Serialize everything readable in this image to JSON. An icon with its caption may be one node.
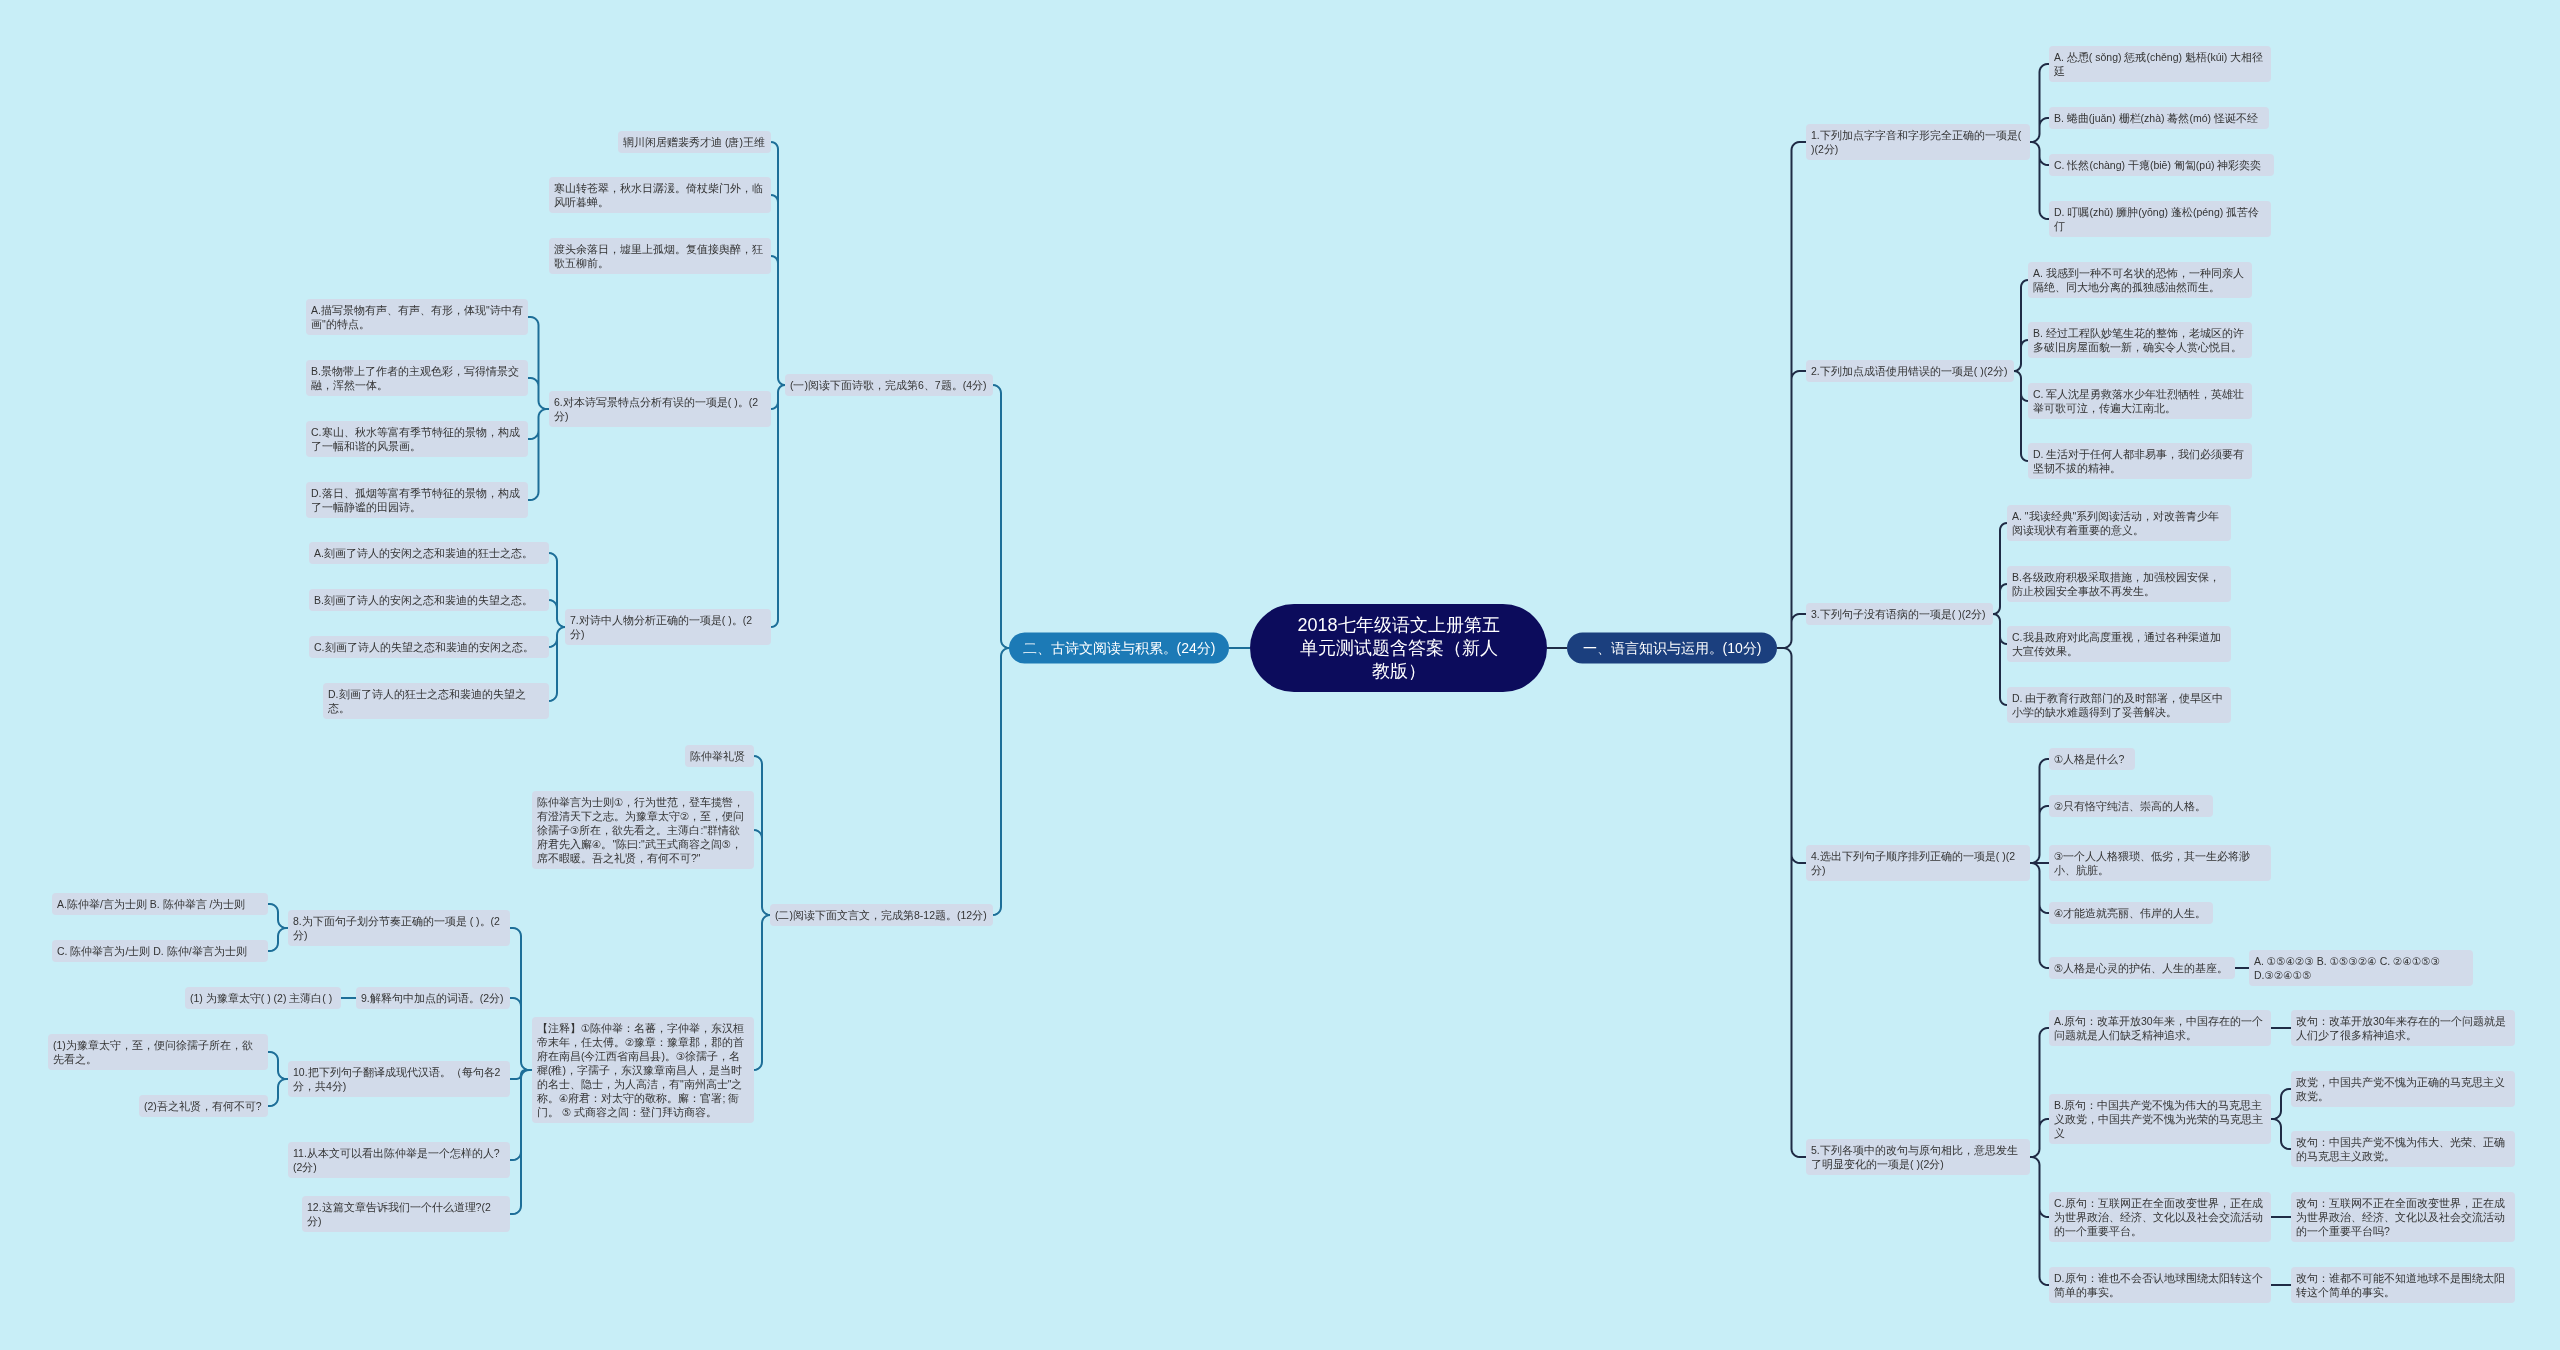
{
  "diagram": {
    "nodes": [
      {
        "text": [
          "2018七年级语文上册第五单元测试题含答案（新人教版）"
        ]
      },
      {
        "text": [
          "一、语言知识与运用。(10分)"
        ]
      },
      {
        "text": [
          "1.下列加点字字音和字形完全正确的一项是( )(2分)"
        ]
      },
      {
        "text": [
          "A. 怂恿( sǒng) 惩戒(chěng) 魁梧(kúi) 大相径廷"
        ]
      },
      {
        "text": [
          "B. 蜷曲(juǎn) 栅栏(zhà) 蓦然(mó) 怪诞不经"
        ]
      },
      {
        "text": [
          "C. 怅然(chàng) 干瘪(biē) 匍匐(pú) 神彩奕奕"
        ]
      },
      {
        "text": [
          "D. 叮嘱(zhǔ) 臃肿(yōng) 蓬松(péng) 孤苦伶仃"
        ]
      },
      {
        "text": [
          "2.下列加点成语使用错误的一项是( )(2分)"
        ]
      },
      {
        "text": [
          "A. 我感到一种不可名状的恐怖，一种同亲人隔绝、同大地分离的孤独感油然而生。"
        ]
      },
      {
        "text": [
          "B. 经过工程队妙笔生花的整饰，老城区的许多破旧房屋面貌一新，确实令人赏心悦目。"
        ]
      },
      {
        "text": [
          "C. 军人沈星勇救落水少年壮烈牺牲，英雄壮举可歌可泣，传遍大江南北。"
        ]
      },
      {
        "text": [
          "D. 生活对于任何人都非易事，我们必须要有坚韧不拔的精神。"
        ]
      },
      {
        "text": [
          "3.下列句子没有语病的一项是( )(2分)"
        ]
      },
      {
        "text": [
          "A. \"我读经典\"系列阅读活动，对改善青少年阅读现状有着重要的意义。"
        ]
      },
      {
        "text": [
          "B.各级政府积极采取措施，加强校园安保，防止校园安全事故不再发生。"
        ]
      },
      {
        "text": [
          "C.我县政府对此高度重视，通过各种渠道加大宣传效果。"
        ]
      },
      {
        "text": [
          "D. 由于教育行政部门的及时部署，使旱区中小学的缺水难题得到了妥善解决。"
        ]
      },
      {
        "text": [
          "4.选出下列句子顺序排列正确的一项是( )(2分)"
        ]
      },
      {
        "text": [
          "①人格是什么?"
        ]
      },
      {
        "text": [
          "②只有恪守纯洁、崇高的人格。"
        ]
      },
      {
        "text": [
          "③一个人人格猥琐、低劣，其一生必将渺小、肮脏。"
        ]
      },
      {
        "text": [
          "④才能造就亮丽、伟岸的人生。"
        ]
      },
      {
        "text": [
          "⑤人格是心灵的护佑、人生的基座。"
        ]
      },
      {
        "text": [
          "A. ①⑤④②③ B. ①⑤③②④ C. ②④①⑤③ D.③②④①⑤"
        ]
      },
      {
        "text": [
          "5.下列各项中的改句与原句相比，意思发生了明显变化的一项是( )(2分)"
        ]
      },
      {
        "text": [
          "A.原句：改革开放30年来，中国存在的一个问题就是人们缺乏精神追求。"
        ]
      },
      {
        "text": [
          "改句：改革开放30年来存在的一个问题就是人们少了很多精神追求。"
        ]
      },
      {
        "text": [
          "B.原句：中国共产党不愧为伟大的马克思主义政党，中国共产党不愧为光荣的马克思主义"
        ]
      },
      {
        "text": [
          "政党，中国共产党不愧为正确的马克思主义政党。"
        ]
      },
      {
        "text": [
          "改句：中国共产党不愧为伟大、光荣、正确的马克思主义政党。"
        ]
      },
      {
        "text": [
          "C.原句：互联网正在全面改变世界，正在成为世界政治、经济、文化以及社会交流活动的一个重要平台。"
        ]
      },
      {
        "text": [
          "改句：互联网不正在全面改变世界，正在成为世界政治、经济、文化以及社会交流活动的一个重要平台吗?"
        ]
      },
      {
        "text": [
          "D.原句：谁也不会否认地球围绕太阳转这个简单的事实。"
        ]
      },
      {
        "text": [
          "改句：谁都不可能不知道地球不是围绕太阳转这个简单的事实。"
        ]
      },
      {
        "text": [
          "二、古诗文阅读与积累。(24分)"
        ]
      },
      {
        "text": [
          "(一)阅读下面诗歌，完成第6、7题。(4分)"
        ]
      },
      {
        "text": [
          "辋川闲居赠裴秀才迪 (唐)王维"
        ]
      },
      {
        "text": [
          "寒山转苍翠，秋水日潺湲。倚杖柴门外，临风听暮蝉。"
        ]
      },
      {
        "text": [
          "渡头余落日，墟里上孤烟。复值接舆醉，狂歌五柳前。"
        ]
      },
      {
        "text": [
          "6.对本诗写景特点分析有误的一项是( )。(2分)"
        ]
      },
      {
        "text": [
          "A.描写景物有声、有声、有形，体现\"诗中有画\"的特点。"
        ]
      },
      {
        "text": [
          "B.景物带上了作者的主观色彩，写得情景交融，浑然一体。"
        ]
      },
      {
        "text": [
          "C.寒山、秋水等富有季节特征的景物，构成了一幅和谐的风景画。"
        ]
      },
      {
        "text": [
          "D.落日、孤烟等富有季节特征的景物，构成了一幅静谧的田园诗。"
        ]
      },
      {
        "text": [
          "7.对诗中人物分析正确的一项是( )。(2分)"
        ]
      },
      {
        "text": [
          "A.刻画了诗人的安闲之态和裴迪的狂士之态。"
        ]
      },
      {
        "text": [
          "B.刻画了诗人的安闲之态和裴迪的失望之态。"
        ]
      },
      {
        "text": [
          "C.刻画了诗人的失望之态和裴迪的安闲之态。"
        ]
      },
      {
        "text": [
          "D.刻画了诗人的狂士之态和裴迪的失望之态。"
        ]
      },
      {
        "text": [
          "(二)阅读下面文言文，完成第8-12题。(12分)"
        ]
      },
      {
        "text": [
          "陈仲举礼贤"
        ]
      },
      {
        "text": [
          "陈仲举言为士则①，行为世范，登车揽辔，有澄清天下之志。为豫章太守②，至，便问徐孺子③所在，欲先看之。主薄白:\"群情欲府君先入廨④。\"陈曰:\"武王式商容之闾⑤，席不暇暖。吾之礼贤，有何不可?\""
        ]
      },
      {
        "text": [
          "【注释】①陈仲举：名蕃，字仲举，东汉桓帝末年，任太傅。②豫章：豫章郡，郡的首府在南昌(今江西省南昌县)。③徐孺子，名穉(稚)，字孺子，东汉豫章南昌人，是当时的名士、隐士，为人高洁，有\"南州高士\"之称。④府君：对太守的敬称。廨：官署; 衙门。 ⑤ 式商容之闾：登门拜访商容。"
        ]
      },
      {
        "text": [
          "8.为下面句子划分节奏正确的一项是 ( )。(2分)"
        ]
      },
      {
        "text": [
          "A.陈仲举/言为士则 B. 陈仲举言 /为士则"
        ]
      },
      {
        "text": [
          "C. 陈仲举言为/士则 D. 陈仲/举言为士则"
        ]
      },
      {
        "text": [
          "9.解释句中加点的词语。(2分)"
        ]
      },
      {
        "text": [
          "(1) 为豫章太守( ) (2) 主薄白( )"
        ]
      },
      {
        "text": [
          "10.把下列句子翻译成现代汉语。（每句各2分，共4分)"
        ]
      },
      {
        "text": [
          "(1)为豫章太守，至，便问徐孺子所在，欲先看之。"
        ]
      },
      {
        "text": [
          "(2)吾之礼贤，有何不可?"
        ]
      },
      {
        "text": [
          "11.从本文可以看出陈仲举是一个怎样的人?(2分)"
        ]
      },
      {
        "text": [
          "12.这篇文章告诉我们一个什么道理?(2分)"
        ]
      }
    ],
    "edges": [
      {
        "from": 0,
        "to": 1,
        "arrow": "none"
      },
      {
        "from": 1,
        "to": 2,
        "arrow": "none"
      },
      {
        "from": 2,
        "to": 3,
        "arrow": "none"
      },
      {
        "from": 2,
        "to": 4,
        "arrow": "none"
      },
      {
        "from": 2,
        "to": 5,
        "arrow": "none"
      },
      {
        "from": 2,
        "to": 6,
        "arrow": "none"
      },
      {
        "from": 1,
        "to": 7,
        "arrow": "none"
      },
      {
        "from": 7,
        "to": 8,
        "arrow": "none"
      },
      {
        "from": 7,
        "to": 9,
        "arrow": "none"
      },
      {
        "from": 7,
        "to": 10,
        "arrow": "none"
      },
      {
        "from": 7,
        "to": 11,
        "arrow": "none"
      },
      {
        "from": 1,
        "to": 12,
        "arrow": "none"
      },
      {
        "from": 12,
        "to": 13,
        "arrow": "none"
      },
      {
        "from": 12,
        "to": 14,
        "arrow": "none"
      },
      {
        "from": 12,
        "to": 15,
        "arrow": "none"
      },
      {
        "from": 12,
        "to": 16,
        "arrow": "none"
      },
      {
        "from": 1,
        "to": 17,
        "arrow": "none"
      },
      {
        "from": 17,
        "to": 18,
        "arrow": "none"
      },
      {
        "from": 17,
        "to": 19,
        "arrow": "none"
      },
      {
        "from": 17,
        "to": 20,
        "arrow": "none"
      },
      {
        "from": 17,
        "to": 21,
        "arrow": "none"
      },
      {
        "from": 17,
        "to": 22,
        "arrow": "none"
      },
      {
        "from": 22,
        "to": 23,
        "arrow": "none"
      },
      {
        "from": 1,
        "to": 24,
        "arrow": "none"
      },
      {
        "from": 24,
        "to": 25,
        "arrow": "none"
      },
      {
        "from": 25,
        "to": 26,
        "arrow": "none"
      },
      {
        "from": 24,
        "to": 27,
        "arrow": "none"
      },
      {
        "from": 27,
        "to": 28,
        "arrow": "none"
      },
      {
        "from": 27,
        "to": 29,
        "arrow": "none"
      },
      {
        "from": 24,
        "to": 30,
        "arrow": "none"
      },
      {
        "from": 30,
        "to": 31,
        "arrow": "none"
      },
      {
        "from": 24,
        "to": 32,
        "arrow": "none"
      },
      {
        "from": 32,
        "to": 33,
        "arrow": "none"
      },
      {
        "from": 0,
        "to": 34,
        "arrow": "none",
        "color": "#1d6e98"
      },
      {
        "from": 34,
        "to": 35,
        "arrow": "none",
        "color": "#1d6e98"
      },
      {
        "from": 35,
        "to": 36,
        "arrow": "none",
        "color": "#1d6e98"
      },
      {
        "from": 35,
        "to": 37,
        "arrow": "none",
        "color": "#1d6e98"
      },
      {
        "from": 35,
        "to": 38,
        "arrow": "none",
        "color": "#1d6e98"
      },
      {
        "from": 35,
        "to": 39,
        "arrow": "none",
        "color": "#1d6e98"
      },
      {
        "from": 39,
        "to": 40,
        "arrow": "none",
        "color": "#1d6e98"
      },
      {
        "from": 39,
        "to": 41,
        "arrow": "none",
        "color": "#1d6e98"
      },
      {
        "from": 39,
        "to": 42,
        "arrow": "none",
        "color": "#1d6e98"
      },
      {
        "from": 39,
        "to": 43,
        "arrow": "none",
        "color": "#1d6e98"
      },
      {
        "from": 35,
        "to": 44,
        "arrow": "none",
        "color": "#1d6e98"
      },
      {
        "from": 44,
        "to": 45,
        "arrow": "none",
        "color": "#1d6e98"
      },
      {
        "from": 44,
        "to": 46,
        "arrow": "none",
        "color": "#1d6e98"
      },
      {
        "from": 44,
        "to": 47,
        "arrow": "none",
        "color": "#1d6e98"
      },
      {
        "from": 44,
        "to": 48,
        "arrow": "none",
        "color": "#1d6e98"
      },
      {
        "from": 34,
        "to": 49,
        "arrow": "none",
        "color": "#1d6e98"
      },
      {
        "from": 49,
        "to": 50,
        "arrow": "none",
        "color": "#1d6e98"
      },
      {
        "from": 49,
        "to": 51,
        "arrow": "none",
        "color": "#1d6e98"
      },
      {
        "from": 49,
        "to": 52,
        "arrow": "none",
        "color": "#1d6e98"
      },
      {
        "from": 52,
        "to": 53,
        "arrow": "none",
        "color": "#1d6e98"
      },
      {
        "from": 53,
        "to": 54,
        "arrow": "none",
        "color": "#1d6e98"
      },
      {
        "from": 53,
        "to": 55,
        "arrow": "none",
        "color": "#1d6e98"
      },
      {
        "from": 52,
        "to": 56,
        "arrow": "none",
        "color": "#1d6e98"
      },
      {
        "from": 56,
        "to": 57,
        "arrow": "none",
        "color": "#1d6e98"
      },
      {
        "from": 52,
        "to": 58,
        "arrow": "none",
        "color": "#1d6e98"
      },
      {
        "from": 58,
        "to": 59,
        "arrow": "none",
        "color": "#1d6e98"
      },
      {
        "from": 58,
        "to": 60,
        "arrow": "none",
        "color": "#1d6e98"
      },
      {
        "from": 52,
        "to": 61,
        "arrow": "none",
        "color": "#1d6e98"
      },
      {
        "from": 52,
        "to": 62,
        "arrow": "none",
        "color": "#1d6e98"
      }
    ]
  }
}
